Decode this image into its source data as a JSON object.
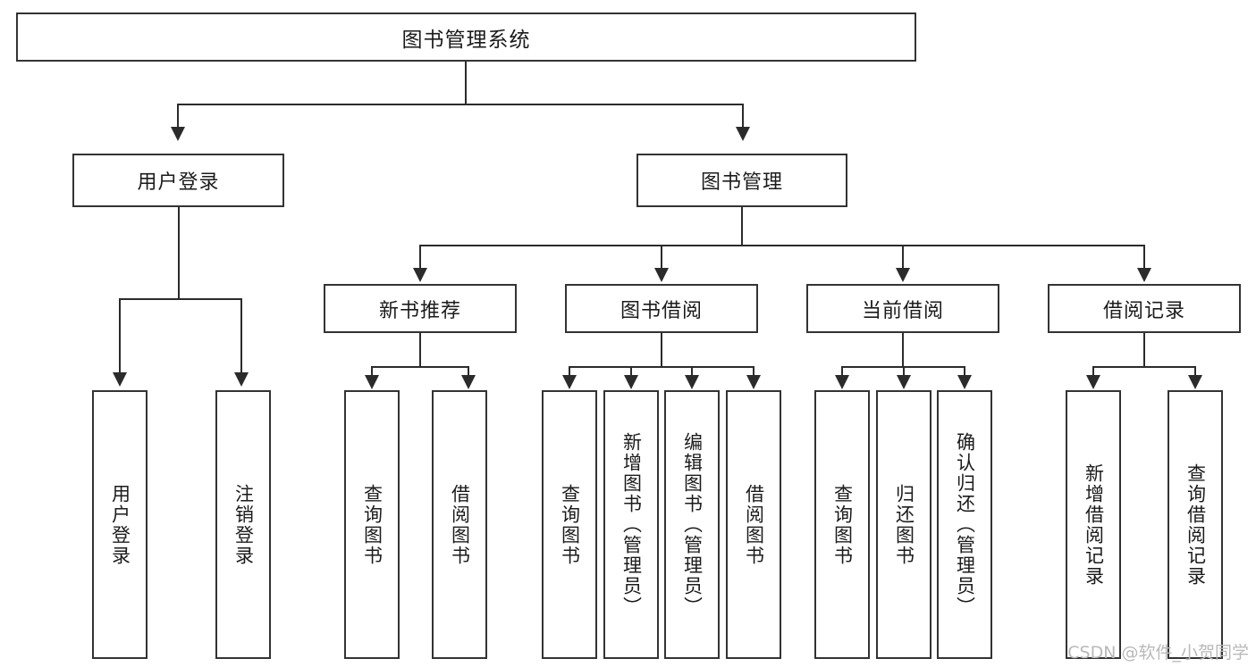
{
  "diagram": {
    "title": "图书管理系统",
    "type": "hierarchy-tree",
    "root": {
      "label": "图书管理系统"
    },
    "level2": [
      {
        "label": "用户登录"
      },
      {
        "label": "图书管理"
      }
    ],
    "level3": [
      {
        "label": "新书推荐"
      },
      {
        "label": "图书借阅"
      },
      {
        "label": "当前借阅"
      },
      {
        "label": "借阅记录"
      }
    ],
    "leaves": {
      "user_login": [
        {
          "label": "用户登录"
        },
        {
          "label": "注销登录"
        }
      ],
      "new_book_recommend": [
        {
          "label": "查询图书"
        },
        {
          "label": "借阅图书"
        }
      ],
      "book_borrow": [
        {
          "label": "查询图书"
        },
        {
          "label": "新增图书（管理员）"
        },
        {
          "label": "编辑图书（管理员）"
        },
        {
          "label": "借阅图书"
        }
      ],
      "current_borrow": [
        {
          "label": "查询图书"
        },
        {
          "label": "归还图书"
        },
        {
          "label": "确认归还（管理员）"
        }
      ],
      "borrow_record": [
        {
          "label": "新增借阅记录"
        },
        {
          "label": "查询借阅记录"
        }
      ]
    }
  },
  "watermark": {
    "text": "CSDN @软件_小贺同学"
  },
  "colors": {
    "box_border": "#333333",
    "line": "#2b2b2b",
    "text": "#1b1b1b",
    "background": "#ffffff",
    "watermark": "#b9b9b9"
  }
}
